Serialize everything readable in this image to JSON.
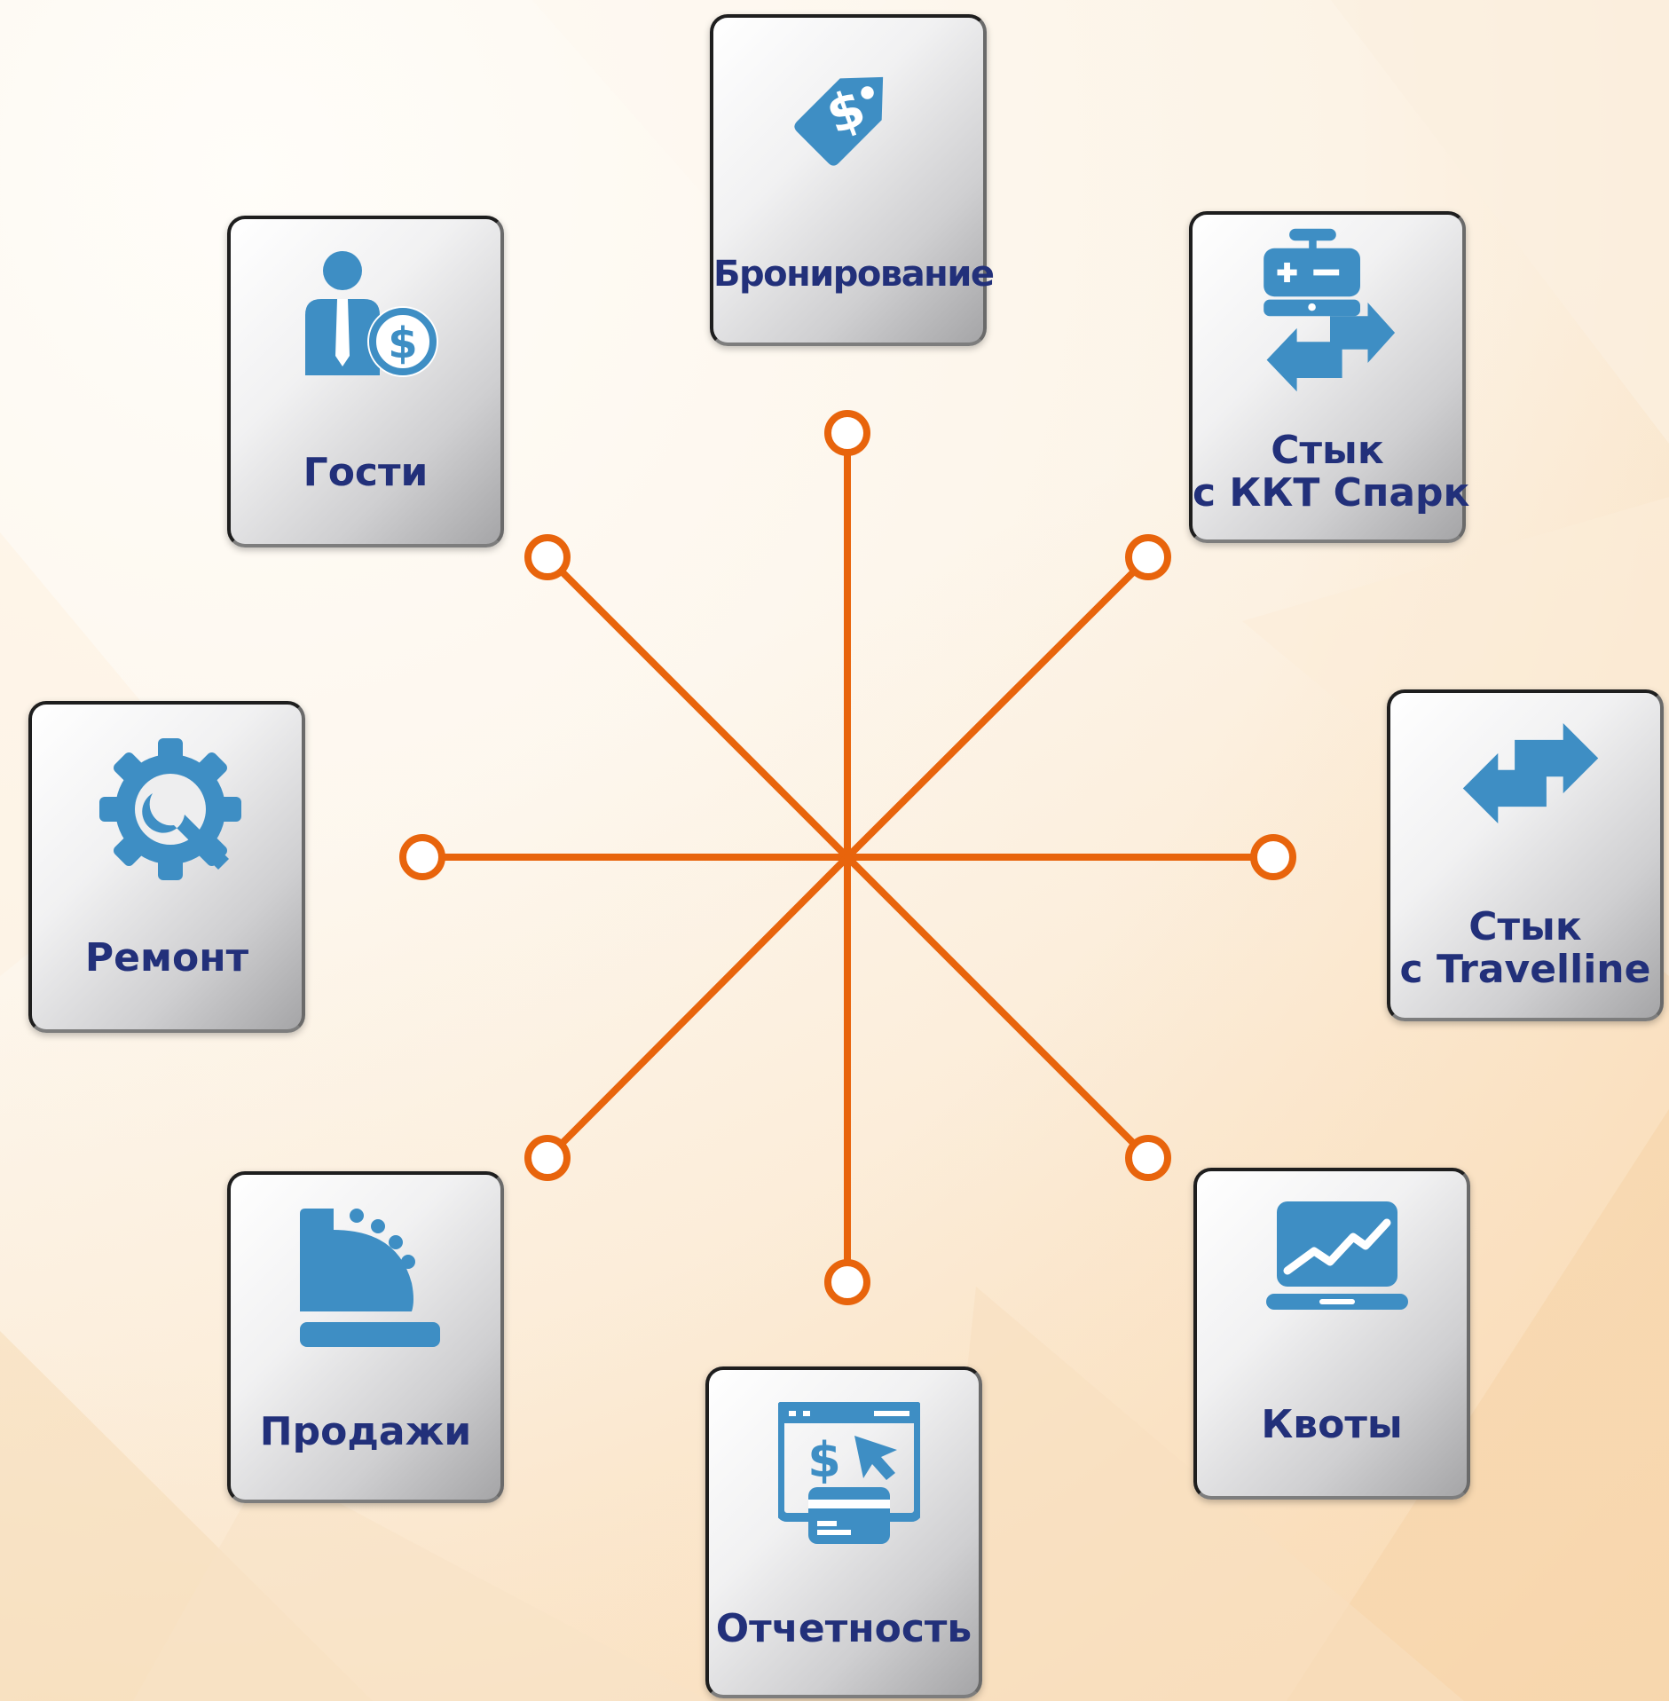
{
  "colors": {
    "connector": "#e8640c",
    "icon": "#3e8ec4",
    "label": "#22307a"
  },
  "hub": {
    "spokes": 8
  },
  "modules": {
    "booking": {
      "label": "Бронирование",
      "icon": "price-tag-dollar-icon"
    },
    "kkt": {
      "line1": "Стык",
      "line2": "с ККТ Спарк",
      "icon": "cash-register-exchange-icon"
    },
    "travelline": {
      "line1": "Стык",
      "line2": "с Travelline",
      "icon": "exchange-arrows-icon"
    },
    "quotas": {
      "label": "Квоты",
      "icon": "laptop-chart-icon"
    },
    "reports": {
      "label": "Отчетность",
      "icon": "online-payment-icon"
    },
    "sales": {
      "label": "Продажи",
      "icon": "cash-register-icon"
    },
    "repair": {
      "label": "Ремонт",
      "icon": "gear-wrench-icon"
    },
    "guests": {
      "label": "Гости",
      "icon": "businessman-dollar-icon"
    }
  }
}
